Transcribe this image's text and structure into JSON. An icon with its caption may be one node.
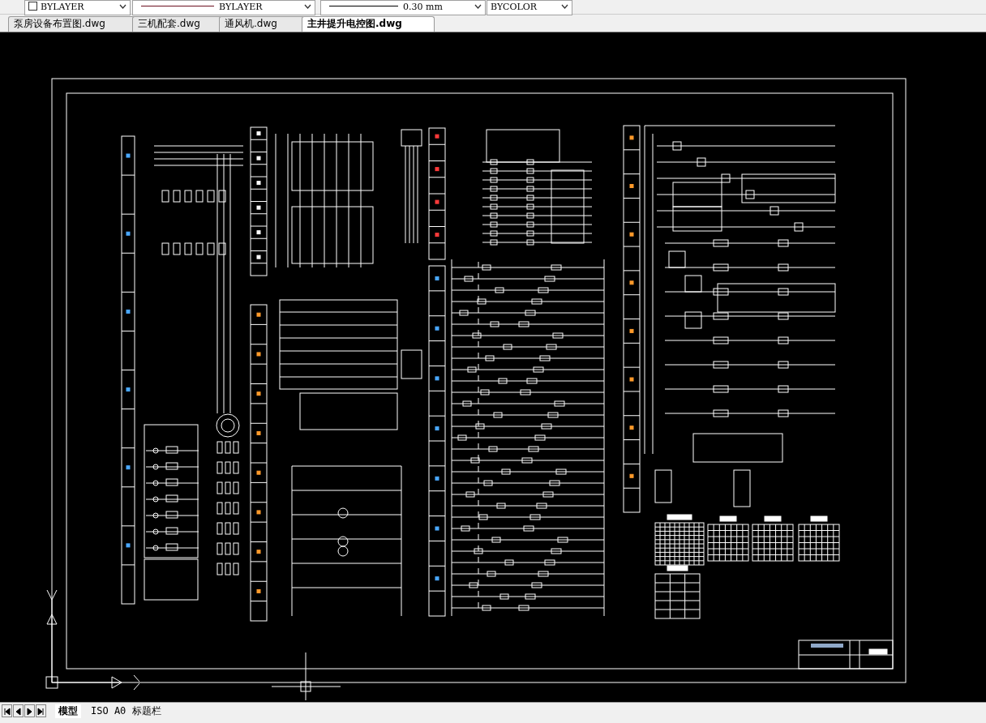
{
  "diagram": {
    "labels": [
      "BYLAYER",
      "BYLAYER",
      "0.30 mm",
      "BYCOLOR",
      "泵房设备布置图.dwg",
      "三机配套.dwg",
      "通风机.dwg",
      "主井提升电控图.dwg",
      "模型",
      "ISO A0 标题栏"
    ]
  }
}
